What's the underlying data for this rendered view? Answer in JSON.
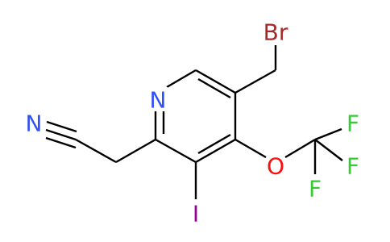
{
  "atoms": {
    "nitrogen_ring": {
      "label": "N",
      "color": "#3050F8"
    },
    "nitrogen_nitrile": {
      "label": "N",
      "color": "#3050F8"
    },
    "bromine": {
      "label": "Br",
      "color": "#A62929"
    },
    "oxygen": {
      "label": "O",
      "color": "#FF0D0D"
    },
    "iodine": {
      "label": "I",
      "color": "#940094"
    },
    "fluorine_1": {
      "label": "F",
      "color": "#33CC33"
    },
    "fluorine_2": {
      "label": "F",
      "color": "#33CC33"
    },
    "fluorine_3": {
      "label": "F",
      "color": "#33CC33"
    }
  },
  "colors": {
    "bond": "#000000",
    "background": "#FFFFFF"
  }
}
